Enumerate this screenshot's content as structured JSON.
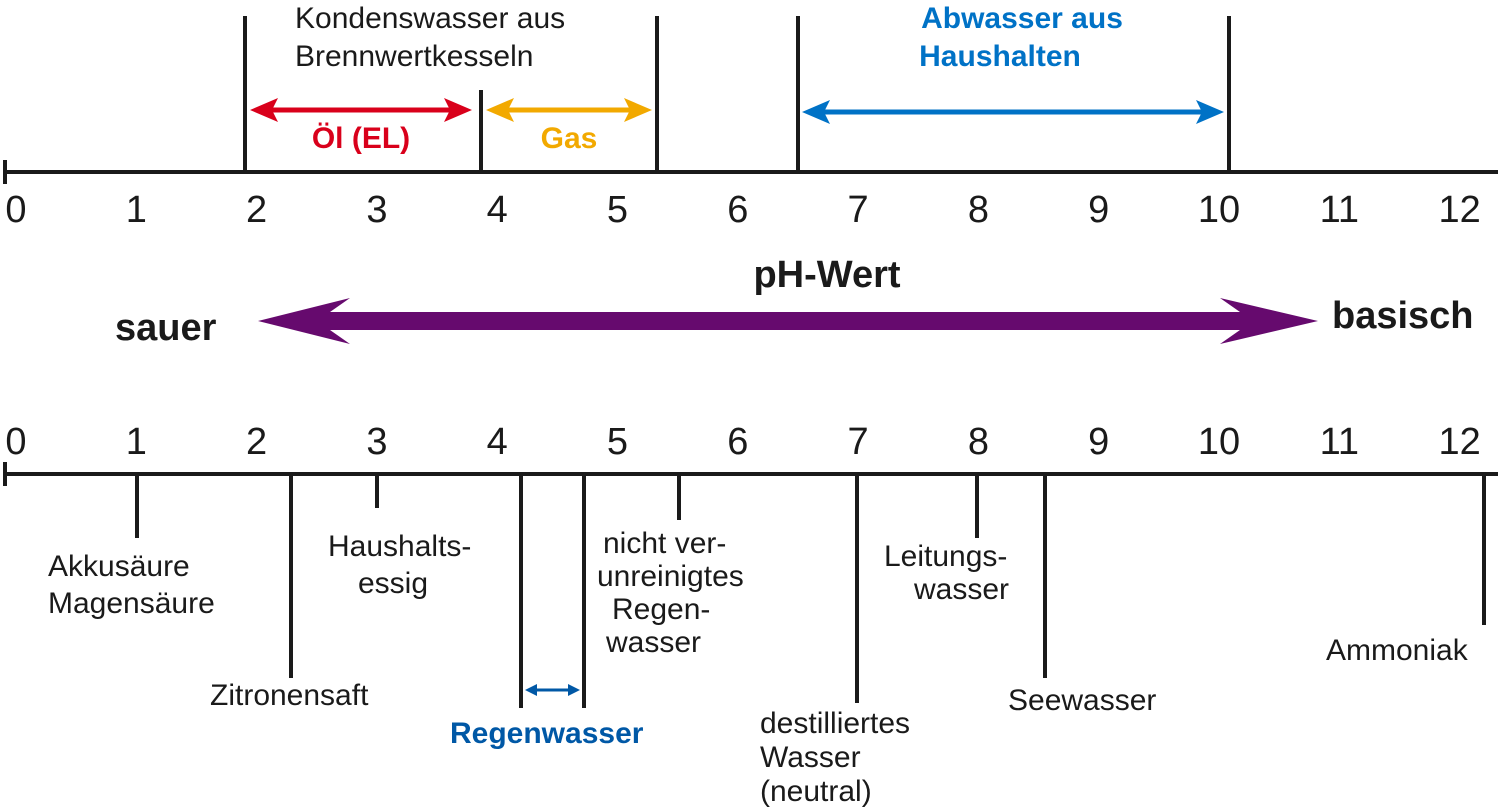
{
  "scale": {
    "title": "pH-Wert",
    "acid_label": "sauer",
    "base_label": "basisch",
    "tick_labels": [
      "0",
      "1",
      "2",
      "3",
      "4",
      "5",
      "6",
      "7",
      "8",
      "9",
      "10",
      "11",
      "12"
    ]
  },
  "top_group": {
    "label_line1": "Kondenswasser aus",
    "label_line2": "Brennwertkesseln",
    "ranges": [
      {
        "label": "Öl (EL)",
        "from": 2.0,
        "to": 3.8,
        "color": "#d9001b"
      },
      {
        "label": "Gas",
        "from": 3.9,
        "to": 5.3,
        "color": "#f2a900"
      }
    ]
  },
  "household": {
    "label_line1": "Abwasser aus",
    "label_line2": "Haushalten",
    "from": 6.5,
    "to": 10.0,
    "color": "#0072c6"
  },
  "substances": [
    {
      "id": "akkusaeure",
      "ph": 1.0,
      "lines": [
        "Akkusäure",
        "Magensäure"
      ]
    },
    {
      "id": "zitronensaft",
      "ph": 2.3,
      "lines": [
        "Zitronensaft"
      ]
    },
    {
      "id": "haushaltsessig",
      "ph": 3.0,
      "lines": [
        "Haushalts-",
        "essig"
      ]
    },
    {
      "id": "nicht-verunreinigtes-regenwasser",
      "ph": 5.5,
      "lines": [
        "nicht ver-",
        "unreinigtes",
        "Regen-",
        "wasser"
      ]
    },
    {
      "id": "destilliertes-wasser",
      "ph": 7.0,
      "lines": [
        "destilliertes",
        "Wasser",
        "(neutral)"
      ]
    },
    {
      "id": "leitungswasser",
      "ph": 8.0,
      "lines": [
        "Leitungs-",
        "wasser"
      ]
    },
    {
      "id": "seewasser",
      "ph": 8.55,
      "lines": [
        "Seewasser"
      ]
    },
    {
      "id": "ammoniak",
      "ph": 12.1,
      "lines": [
        "Ammoniak"
      ]
    }
  ],
  "rain_range": {
    "label": "Regenwasser",
    "from": 4.2,
    "to": 4.7,
    "color": "#0058a6"
  },
  "colors": {
    "axis": "#1a1a1a",
    "main_arrow": "#660a6e"
  }
}
